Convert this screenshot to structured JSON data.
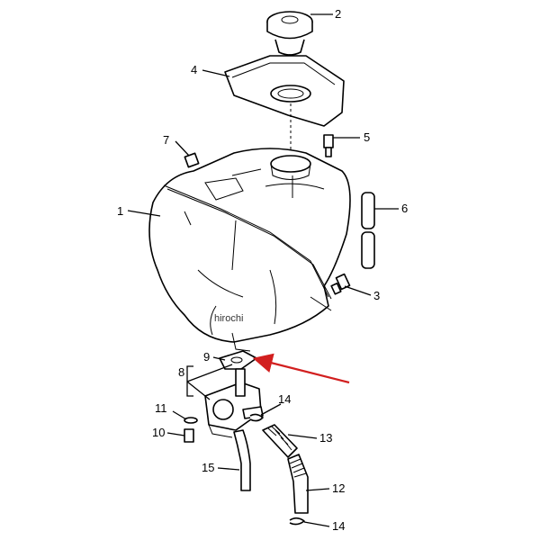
{
  "labels": {
    "p1": "1",
    "p2": "2",
    "p3": "3",
    "p4": "4",
    "p5": "5",
    "p6": "6",
    "p7": "7",
    "p8": "8",
    "p9": "9",
    "p10": "10",
    "p11": "11",
    "p12": "12",
    "p13": "13",
    "p14a": "14",
    "p14b": "14",
    "p15": "15"
  },
  "watermark": "hirochi",
  "colors": {
    "arrow": "#d21f1f",
    "ink": "#000000"
  }
}
